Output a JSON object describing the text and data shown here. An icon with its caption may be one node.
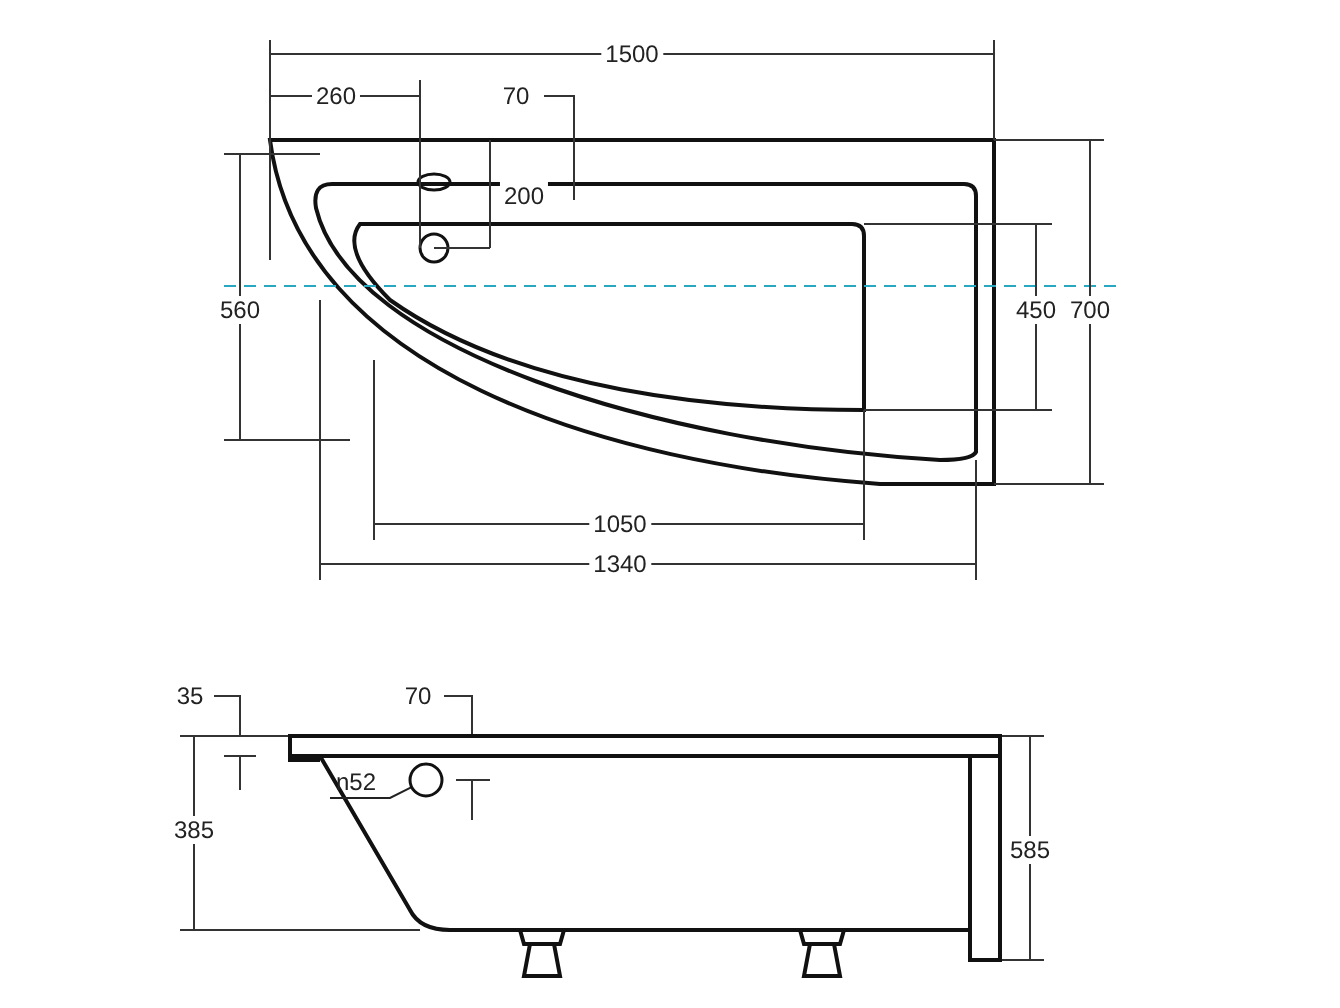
{
  "diagram": {
    "nodes": [
      {
        "text": [
          "n52"
        ]
      },
      {
        "text": [],
        "shape": "circle"
      }
    ],
    "edges": [
      {
        "from": 0,
        "to": 1,
        "arrow": "none"
      }
    ],
    "labels": [
      "1500",
      "260",
      "70",
      "200",
      "560",
      "450",
      "700",
      "1050",
      "1340",
      "35",
      "70",
      "385",
      "585"
    ]
  }
}
